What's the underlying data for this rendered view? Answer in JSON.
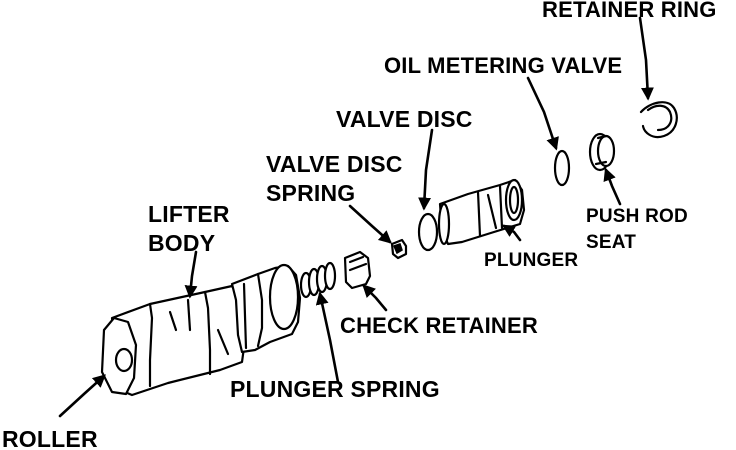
{
  "labels": {
    "retainer_ring": "RETAINER RING",
    "oil_metering_valve": "OIL METERING VALVE",
    "valve_disc": "VALVE DISC",
    "valve_disc_spring_line1": "VALVE DISC",
    "valve_disc_spring_line2": "SPRING",
    "lifter_body_line1": "LIFTER",
    "lifter_body_line2": "BODY",
    "plunger": "PLUNGER",
    "push_rod_seat_line1": "PUSH ROD",
    "push_rod_seat_line2": "SEAT",
    "check_retainer": "CHECK RETAINER",
    "plunger_spring": "PLUNGER  SPRING",
    "roller": "ROLLER"
  },
  "colors": {
    "ink": "#000000",
    "paper": "#ffffff"
  }
}
